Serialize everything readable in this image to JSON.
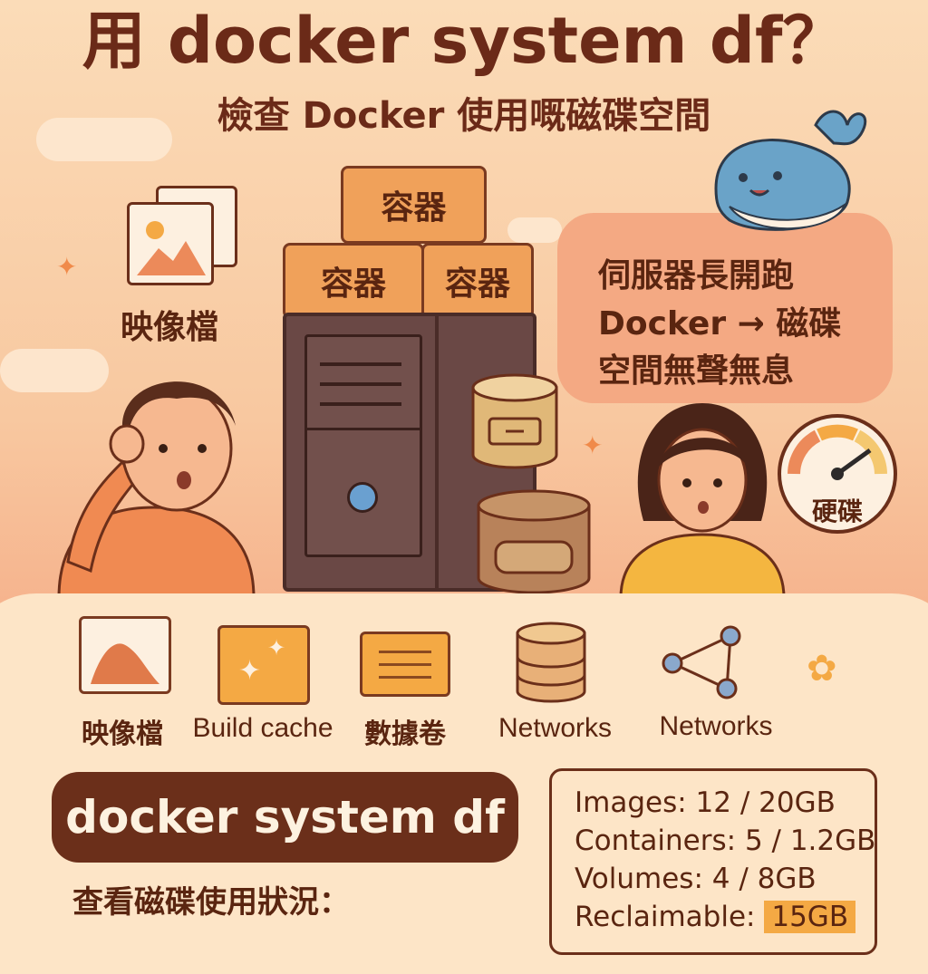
{
  "header": {
    "title": "用 docker system df？",
    "subtitle": "檢查 Docker 使用嘅磁碟空間"
  },
  "illustration": {
    "images_label": "映像檔",
    "container_boxes": [
      "容器",
      "容器",
      "容器"
    ],
    "bubble_lines": [
      "伺服器長開跑",
      "Docker → 磁碟",
      "空間無聲無息"
    ],
    "gauge_label": "硬碟"
  },
  "categories": [
    {
      "label": "映像檔",
      "icon": "image-icon"
    },
    {
      "label": "Build cache",
      "icon": "sparkle-icon"
    },
    {
      "label": "數據卷",
      "icon": "volume-icon"
    },
    {
      "label": "Networks",
      "icon": "database-icon"
    },
    {
      "label": "Networks",
      "icon": "network-icon"
    }
  ],
  "command": {
    "text": "docker system df",
    "caption": "查看磁碟使用狀況："
  },
  "stats": {
    "images": "Images: 12 / 20GB",
    "containers": "Containers: 5 / 1.2GB",
    "volumes": "Volumes: 4 / 8GB",
    "reclaimable_label": "Reclaimable:",
    "reclaimable_value": "15GB"
  },
  "colors": {
    "accent": "#f0a15a",
    "dark": "#6b2f1a",
    "background": "#fbdcb8"
  }
}
